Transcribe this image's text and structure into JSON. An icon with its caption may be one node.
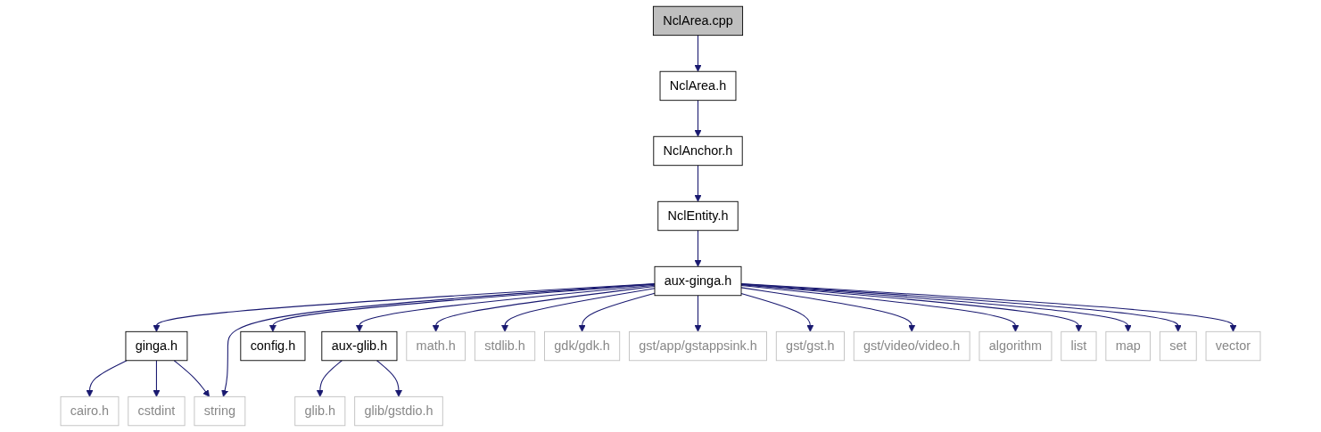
{
  "diagram": {
    "nodes": [
      {
        "text": [
          "NclArea.cpp"
        ]
      },
      {
        "text": [
          "NclArea.h"
        ]
      },
      {
        "text": [
          "NclAnchor.h"
        ]
      },
      {
        "text": [
          "NclEntity.h"
        ]
      },
      {
        "text": [
          "aux-ginga.h"
        ]
      },
      {
        "text": [
          "ginga.h"
        ]
      },
      {
        "text": [
          "config.h"
        ]
      },
      {
        "text": [
          "aux-glib.h"
        ]
      },
      {
        "text": [
          "math.h"
        ]
      },
      {
        "text": [
          "stdlib.h"
        ]
      },
      {
        "text": [
          "gdk/gdk.h"
        ]
      },
      {
        "text": [
          "gst/app/gstappsink.h"
        ]
      },
      {
        "text": [
          "gst/gst.h"
        ]
      },
      {
        "text": [
          "gst/video/video.h"
        ]
      },
      {
        "text": [
          "algorithm"
        ]
      },
      {
        "text": [
          "list"
        ]
      },
      {
        "text": [
          "map"
        ]
      },
      {
        "text": [
          "set"
        ]
      },
      {
        "text": [
          "vector"
        ]
      },
      {
        "text": [
          "cairo.h"
        ]
      },
      {
        "text": [
          "cstdint"
        ]
      },
      {
        "text": [
          "string"
        ]
      },
      {
        "text": [
          "glib.h"
        ]
      },
      {
        "text": [
          "glib/gstdio.h"
        ]
      }
    ],
    "edges": [
      {
        "from": 0,
        "to": 1,
        "arrow": "to"
      },
      {
        "from": 1,
        "to": 2,
        "arrow": "to"
      },
      {
        "from": 2,
        "to": 3,
        "arrow": "to"
      },
      {
        "from": 3,
        "to": 4,
        "arrow": "to"
      },
      {
        "from": 4,
        "to": 5,
        "arrow": "to"
      },
      {
        "from": 4,
        "to": 21,
        "arrow": "to"
      },
      {
        "from": 4,
        "to": 6,
        "arrow": "to"
      },
      {
        "from": 4,
        "to": 7,
        "arrow": "to"
      },
      {
        "from": 4,
        "to": 8,
        "arrow": "to"
      },
      {
        "from": 4,
        "to": 9,
        "arrow": "to"
      },
      {
        "from": 4,
        "to": 10,
        "arrow": "to"
      },
      {
        "from": 4,
        "to": 11,
        "arrow": "to"
      },
      {
        "from": 4,
        "to": 12,
        "arrow": "to"
      },
      {
        "from": 4,
        "to": 13,
        "arrow": "to"
      },
      {
        "from": 4,
        "to": 14,
        "arrow": "to"
      },
      {
        "from": 4,
        "to": 15,
        "arrow": "to"
      },
      {
        "from": 4,
        "to": 16,
        "arrow": "to"
      },
      {
        "from": 4,
        "to": 17,
        "arrow": "to"
      },
      {
        "from": 4,
        "to": 18,
        "arrow": "to"
      },
      {
        "from": 5,
        "to": 19,
        "arrow": "to"
      },
      {
        "from": 5,
        "to": 20,
        "arrow": "to"
      },
      {
        "from": 5,
        "to": 21,
        "arrow": "to"
      },
      {
        "from": 7,
        "to": 22,
        "arrow": "to"
      },
      {
        "from": 7,
        "to": 23,
        "arrow": "to"
      }
    ]
  }
}
